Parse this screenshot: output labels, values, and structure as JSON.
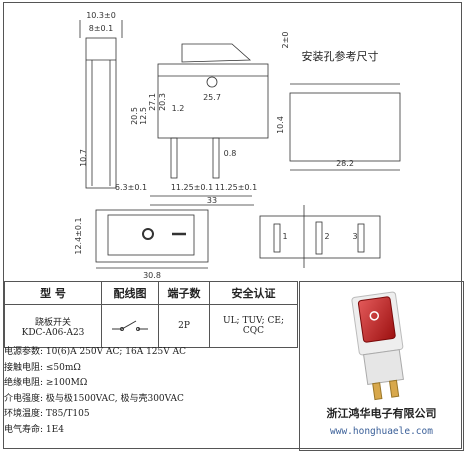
{
  "drawing": {
    "mount_hole_title": "安装孔参考尺寸",
    "dims": {
      "d10_3": "10.3±0",
      "d8": "8±0.1",
      "d25_7": "25.7",
      "d27_1": "27.1",
      "d20_3": "20.3",
      "d1_2": "1.2",
      "d12_5": "12.5",
      "d20_5": "20.5",
      "d0_8": "0.8",
      "d10_7": "10.7",
      "d6_3": "6.3±0.1",
      "d11_25a": "11.25±0.1",
      "d11_25b": "11.25±0.1",
      "d33": "33",
      "d2": "2±0",
      "d10_4": "10.4",
      "d28_2": "28.2",
      "d12_4": "12.4±0.1",
      "d30_8": "30.8"
    },
    "pins": [
      "1",
      "2",
      "3"
    ]
  },
  "table": {
    "headers": [
      "型 号",
      "配线图",
      "端子数",
      "安全认证"
    ],
    "model_line1": "跷板开关",
    "model_line2": "KDC-A06-A23",
    "terminals": "2P",
    "cert_line1": "UL; TUV; CE;",
    "cert_line2": "CQC"
  },
  "specs": [
    "电源参数:  10(6)A 250V AC; 16A 125V AC",
    "接触电阻:  ≤50mΩ",
    "绝缘电阻:  ≥100MΩ",
    "介电强度:  极与极1500VAC, 极与壳300VAC",
    "环境温度:  T85/T105",
    "电气寿命:  1E4"
  ],
  "brand": {
    "company": "浙江鸿华电子有限公司",
    "website": "www.honghuaele.com"
  }
}
